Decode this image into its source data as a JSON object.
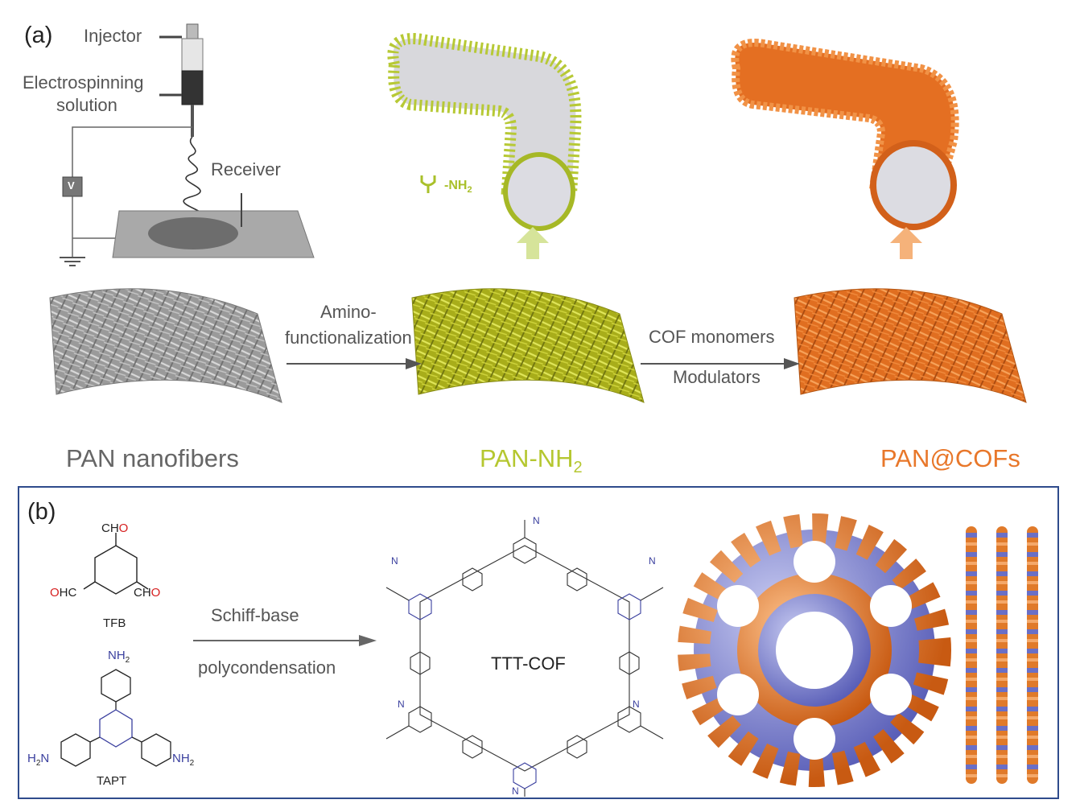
{
  "panel_a": {
    "letter": "(a)",
    "injector_label": "Injector",
    "solution_label_1": "Electrospinning",
    "solution_label_2": "solution",
    "receiver_label": "Receiver",
    "voltage_label": "V",
    "nh2_legend": "-NH",
    "nh2_legend_sub": "2",
    "arrow1_label_1": "Amino-",
    "arrow1_label_2": "functionalization",
    "arrow2_label_1": "COF monomers",
    "arrow2_label_2": "Modulators",
    "mat1_label": "PAN nanofibers",
    "mat2_label": "PAN-NH",
    "mat2_label_sub": "2",
    "mat3_label": "PAN@COFs",
    "colors": {
      "gray": "#8a8a8a",
      "green": "#b5c730",
      "orange": "#e8772a",
      "text_gray": "#555555"
    }
  },
  "panel_b": {
    "letter": "(b)",
    "tfb_cho_top": "CH",
    "tfb_cho_top_o": "O",
    "tfb_ohc_left_o": "O",
    "tfb_ohc_left": "HC",
    "tfb_cho_right": "CH",
    "tfb_cho_right_o": "O",
    "tfb_name": "TFB",
    "tapt_nh2_top": "NH",
    "tapt_nh2_left": "H",
    "tapt_nh2_right": "NH",
    "sub2": "2",
    "tapt_name": "TAPT",
    "n_atom": "N",
    "reaction_label_1": "Schiff-base",
    "reaction_label_2": "polycondensation",
    "cof_name": "TTT-COF",
    "colors": {
      "frame": "#2f4b8c",
      "atom_orange": "#e07a2a",
      "atom_blue": "#7a7fcf"
    }
  }
}
